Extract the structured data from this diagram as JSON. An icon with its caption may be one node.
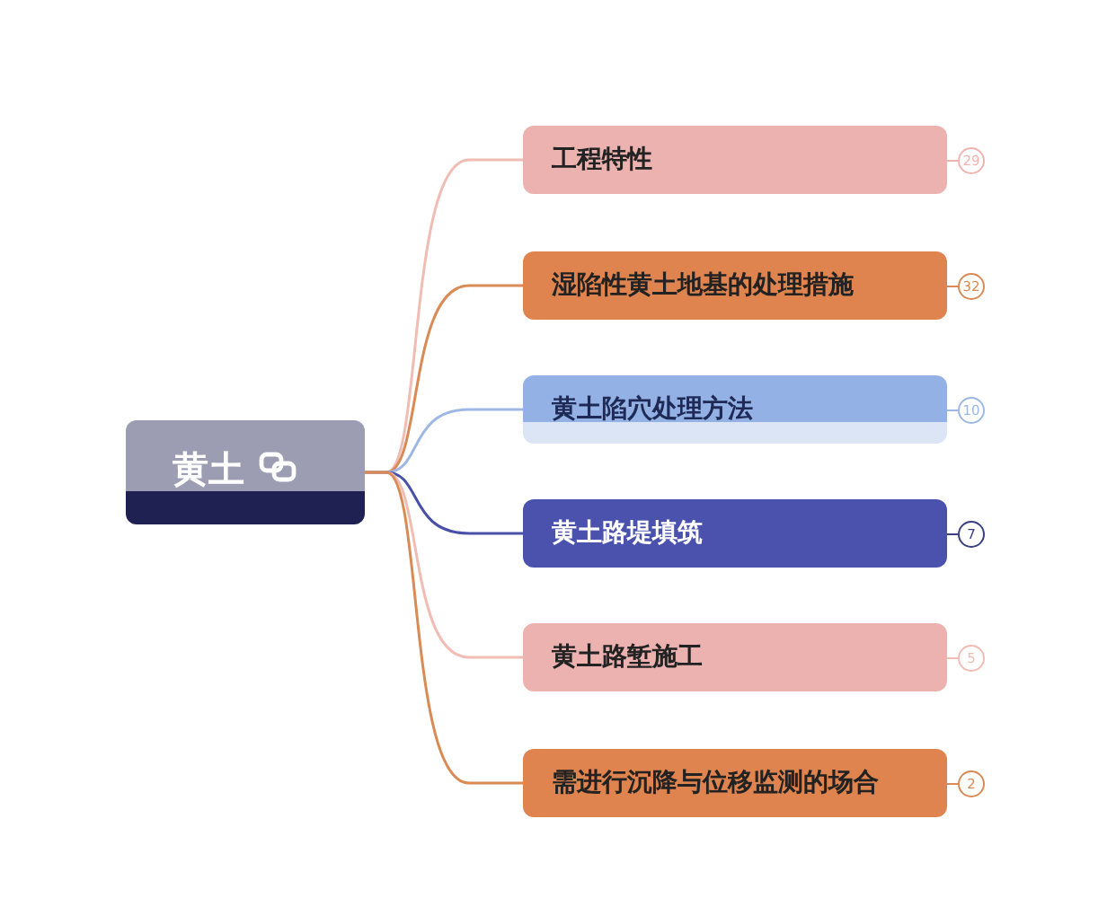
{
  "diagram": {
    "nodes": [
      {
        "text": [
          "黄土"
        ]
      },
      {
        "text": [
          "工程特性"
        ],
        "beside": [
          "29"
        ]
      },
      {
        "text": [
          "湿陷性黄土地基的处理措施"
        ],
        "beside": [
          "32"
        ]
      },
      {
        "text": [
          "黄土陷穴处理方法"
        ],
        "beside": [
          "10"
        ]
      },
      {
        "text": [
          "黄土路堤填筑"
        ],
        "beside": [
          "7"
        ]
      },
      {
        "text": [
          "黄土路堑施工"
        ],
        "beside": [
          "5"
        ]
      },
      {
        "text": [
          "需进行沉降与位移监测的场合"
        ],
        "beside": [
          "2"
        ]
      }
    ],
    "edges": [
      {
        "from": 0,
        "to": 1,
        "arrow": "none",
        "color": "#f0bcb4"
      },
      {
        "from": 0,
        "to": 2,
        "arrow": "none",
        "color": "#d98a55"
      },
      {
        "from": 0,
        "to": 3,
        "arrow": "none",
        "color": "#9db8e4"
      },
      {
        "from": 0,
        "to": 4,
        "arrow": "none",
        "color": "#4a50a8"
      },
      {
        "from": 0,
        "to": 5,
        "arrow": "none",
        "color": "#f0bcb4"
      },
      {
        "from": 0,
        "to": 6,
        "arrow": "none",
        "color": "#d98a55"
      }
    ]
  }
}
